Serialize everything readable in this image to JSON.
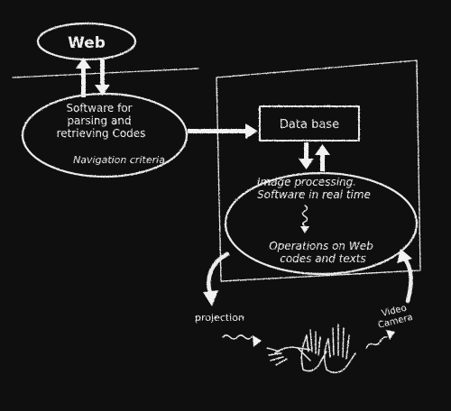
{
  "diagram": {
    "web": "Web",
    "software_line1": "Software for",
    "software_line2": "parsing and",
    "software_line3": "retrieving Codes",
    "navigation": "Navigation criteria",
    "database": "Data base",
    "image_line1": "Image processing.",
    "image_line2": "Software in real time",
    "operations_line1": "Operations on Web",
    "operations_line2": "codes and texts",
    "projection": "projection",
    "camera_line1": "Video",
    "camera_line2": "Camera"
  }
}
